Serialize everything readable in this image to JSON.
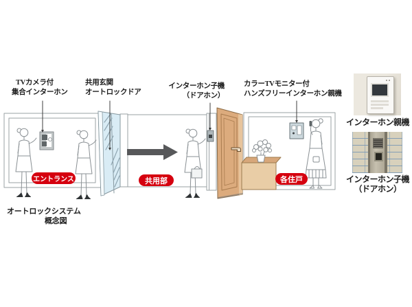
{
  "diagram": {
    "labels": {
      "collective_intercom": {
        "line1": "TVカメラ付",
        "line2": "集合インターホン"
      },
      "autolock_door": {
        "line1": "共用玄関",
        "line2": "オートロックドア"
      },
      "doorphone_unit": {
        "line1": "インターホン子機",
        "line2": "（ドアホン）"
      },
      "master_unit": {
        "line1": "カラーTVモニター付",
        "line2": "ハンズフリーインターホン親機"
      }
    },
    "zones": {
      "entrance": "エントランス",
      "common": "共用部",
      "dwelling": "各住戸"
    },
    "caption": {
      "line1": "オートロックシステム",
      "line2": "概念図"
    }
  },
  "photos": {
    "master": {
      "caption": "インターホン親機"
    },
    "doorphone": {
      "caption_line1": "インターホン子機",
      "caption_line2": "（ドアホン）"
    }
  },
  "colors": {
    "zone_badge_red": "#d5000f",
    "flow_arrow_gray": "#57585a",
    "door_wood": "#dcab7d",
    "glass_blue": "#d9ecf5"
  }
}
